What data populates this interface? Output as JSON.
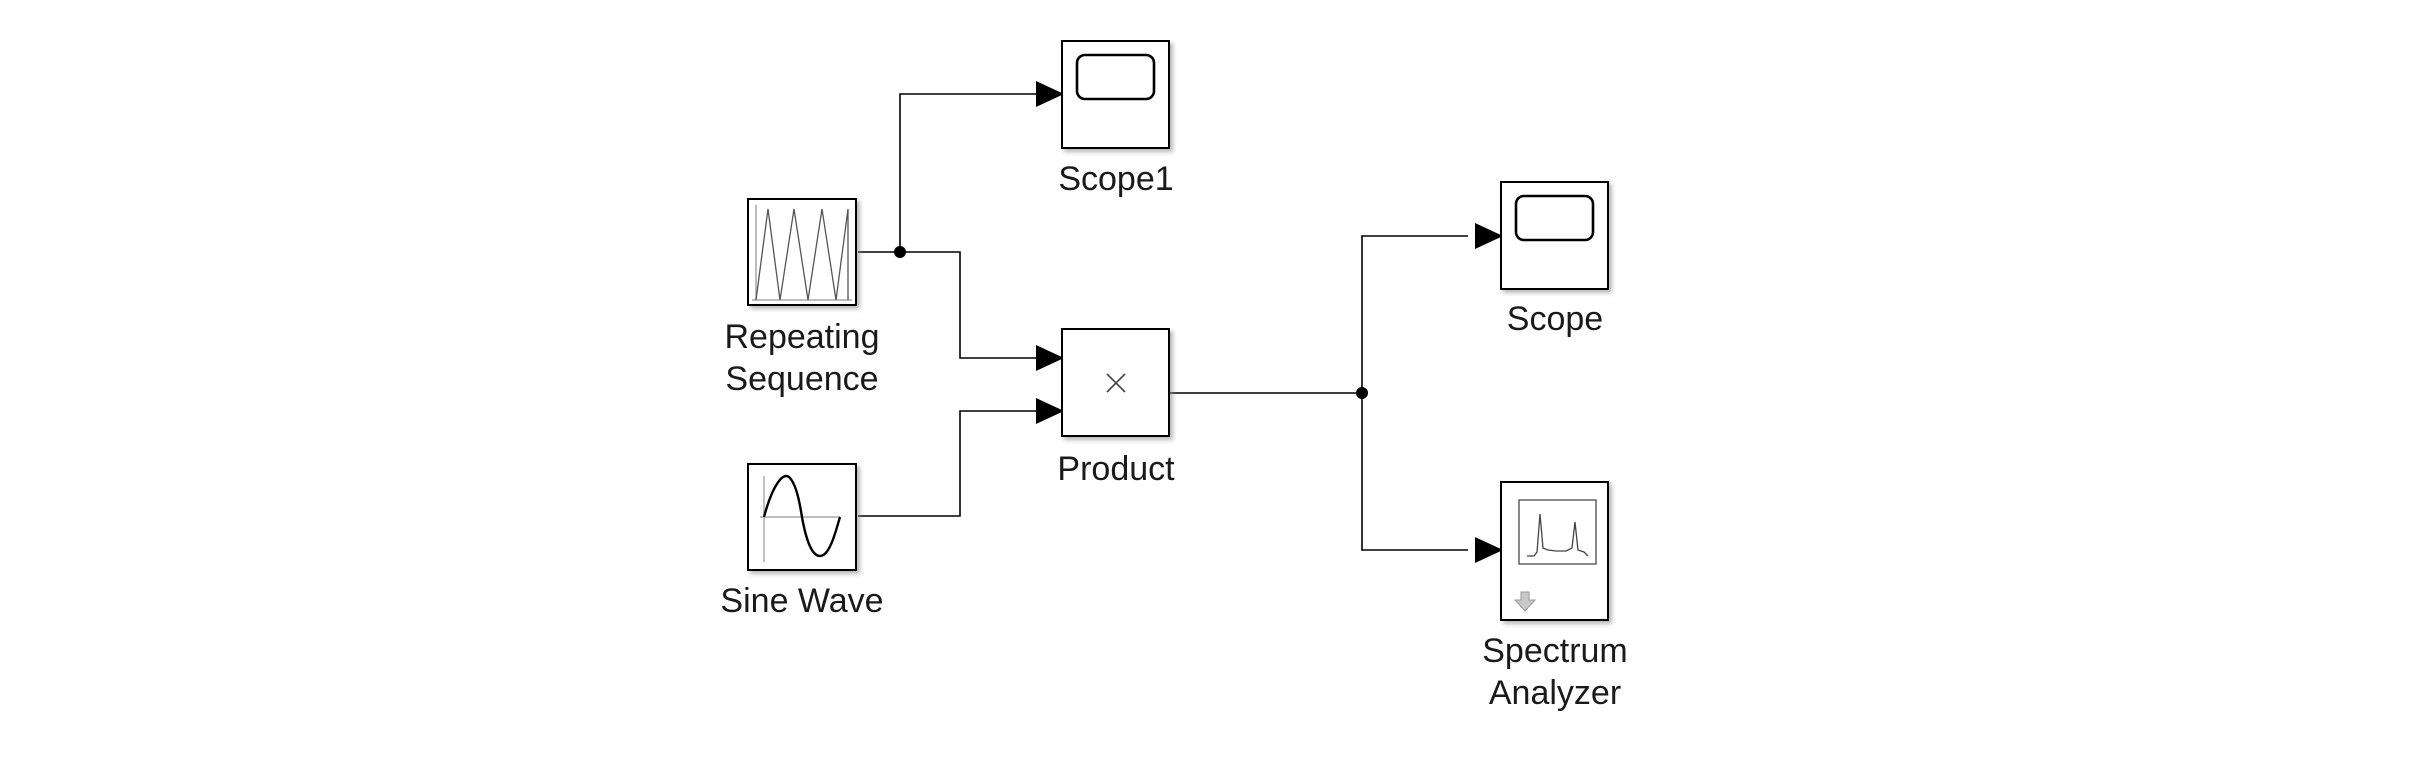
{
  "blocks": {
    "repeating_sequence": {
      "label_line1": "Repeating",
      "label_line2": "Sequence",
      "icon": "sawtooth-wave-icon"
    },
    "sine_wave": {
      "label": "Sine Wave",
      "icon": "sine-wave-icon"
    },
    "product": {
      "label": "Product",
      "symbol": "×"
    },
    "scope1": {
      "label": "Scope1",
      "icon": "scope-screen-icon"
    },
    "scope": {
      "label": "Scope",
      "icon": "scope-screen-icon"
    },
    "spectrum_analyzer": {
      "label_line1": "Spectrum",
      "label_line2": "Analyzer",
      "icon": "spectrum-plot-icon"
    }
  },
  "colors": {
    "line": "#000000",
    "block_border": "#000000",
    "block_fill": "#ffffff",
    "icon_gray": "#b0b0b0"
  }
}
